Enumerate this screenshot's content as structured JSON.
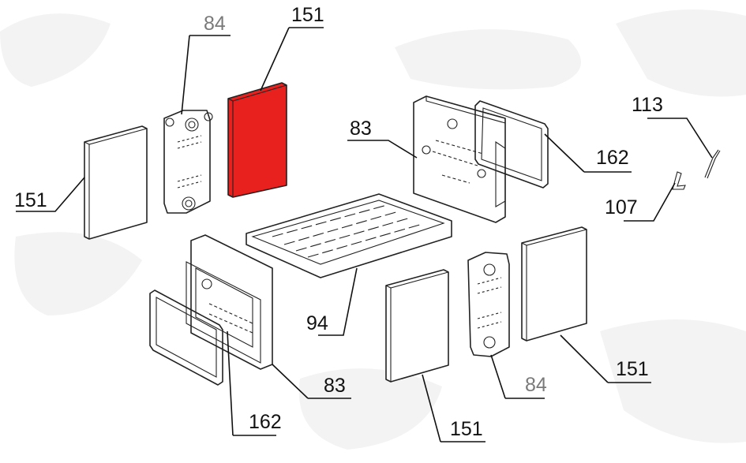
{
  "diagram": {
    "highlight_color": "#e8201e",
    "labels": {
      "l151_top": "151",
      "l84_top": "84",
      "l151_left": "151",
      "l83_back": "83",
      "l162_back": "162",
      "l113": "113",
      "l107": "107",
      "l94": "94",
      "l83_front": "83",
      "l162_front": "162",
      "l84_right": "84",
      "l151_right": "151",
      "l151_bottom": "151"
    }
  }
}
